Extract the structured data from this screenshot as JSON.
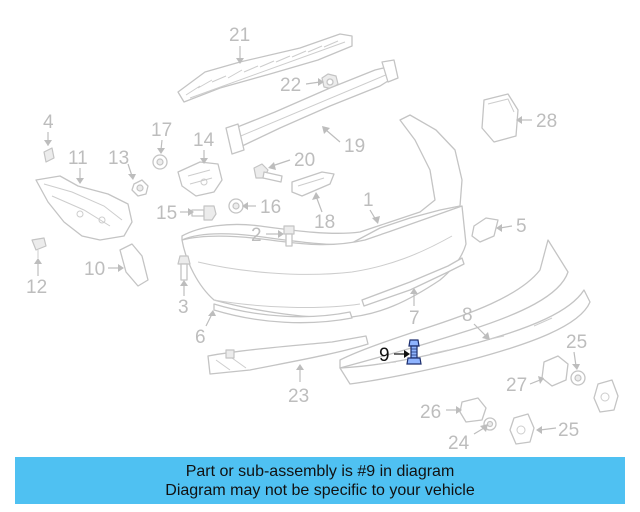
{
  "diagram": {
    "highlighted_part": "9",
    "callouts": [
      {
        "id": "c21",
        "label": "21"
      },
      {
        "id": "c22",
        "label": "22"
      },
      {
        "id": "c28",
        "label": "28"
      },
      {
        "id": "c4",
        "label": "4"
      },
      {
        "id": "c17",
        "label": "17"
      },
      {
        "id": "c14",
        "label": "14"
      },
      {
        "id": "c19",
        "label": "19"
      },
      {
        "id": "c11",
        "label": "11"
      },
      {
        "id": "c13",
        "label": "13"
      },
      {
        "id": "c20",
        "label": "20"
      },
      {
        "id": "c1",
        "label": "1"
      },
      {
        "id": "c15",
        "label": "15"
      },
      {
        "id": "c16",
        "label": "16"
      },
      {
        "id": "c18",
        "label": "18"
      },
      {
        "id": "c5",
        "label": "5"
      },
      {
        "id": "c2",
        "label": "2"
      },
      {
        "id": "c12",
        "label": "12"
      },
      {
        "id": "c10",
        "label": "10"
      },
      {
        "id": "c3",
        "label": "3"
      },
      {
        "id": "c7",
        "label": "7"
      },
      {
        "id": "c8",
        "label": "8"
      },
      {
        "id": "c6",
        "label": "6"
      },
      {
        "id": "c9",
        "label": "9"
      },
      {
        "id": "c25a",
        "label": "25"
      },
      {
        "id": "c27",
        "label": "27"
      },
      {
        "id": "c23",
        "label": "23"
      },
      {
        "id": "c26",
        "label": "26"
      },
      {
        "id": "c24",
        "label": "24"
      },
      {
        "id": "c25b",
        "label": "25"
      }
    ]
  },
  "banner": {
    "line1": "Part or sub-assembly is #9 in diagram",
    "line2": "Diagram may not be specific to your vehicle",
    "color": "#4fc1f2"
  }
}
